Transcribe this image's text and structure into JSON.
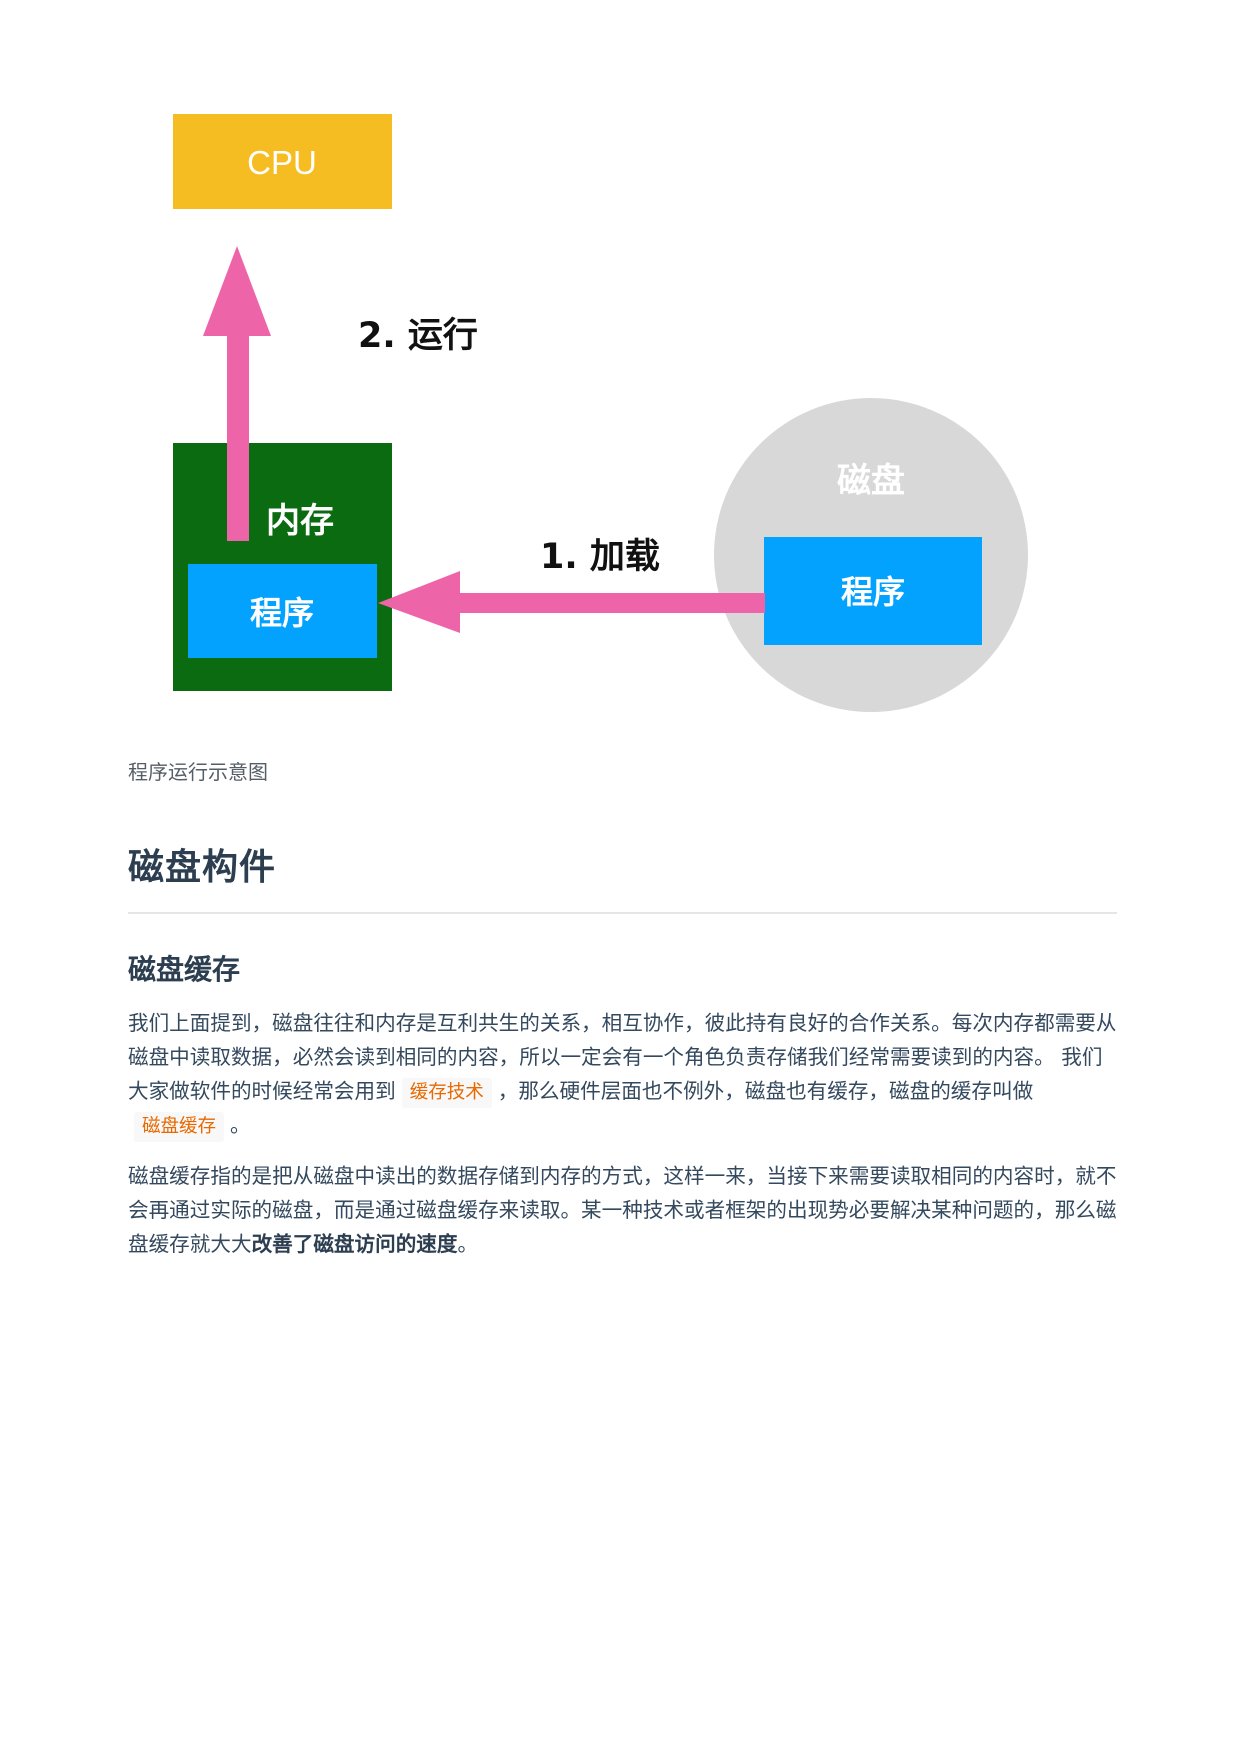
{
  "diagram": {
    "cpu_label": "CPU",
    "memory_label": "内存",
    "memory_program_label": "程序",
    "disk_label": "磁盘",
    "disk_program_label": "程序",
    "step_load_label": "1. 加载",
    "step_run_label": "2. 运行",
    "colors": {
      "cpu": "#f6bd22",
      "memory": "#0a6b10",
      "program": "#04a2ff",
      "disk": "#d8d8d8",
      "arrow": "#ee64a8"
    }
  },
  "caption": "程序运行示意图",
  "section": {
    "heading": "磁盘构件",
    "subheading": "磁盘缓存",
    "p1": {
      "text1": "我们上面提到，磁盘往往和内存是互利共生的关系，相互协作，彼此持有良好的合作关系。每次内存都需要从磁盘中读取数据，必然会读到相同的内容，所以一定会有一个角色负责存储我们经常需要读到的内容。 我们大家做软件的时候经常会用到",
      "code1": "缓存技术",
      "text2": "，那么硬件层面也不例外，磁盘也有缓存，磁盘的缓存叫做",
      "code2": "磁盘缓存",
      "text3": "。"
    },
    "p2": {
      "text1": "磁盘缓存指的是把从磁盘中读出的数据存储到内存的方式，这样一来，当接下来需要读取相同的内容时，就不会再通过实际的磁盘，而是通过磁盘缓存来读取。某一种技术或者框架的出现势必要解决某种问题的，那么磁盘缓存就大大",
      "bold": "改善了磁盘访问的速度",
      "text2": "。"
    }
  }
}
